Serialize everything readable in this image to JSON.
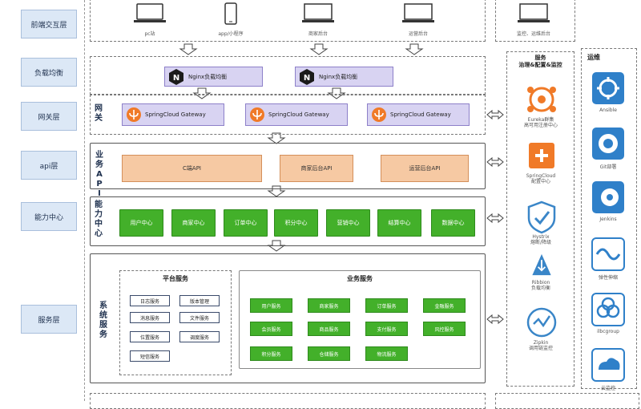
{
  "layers": [
    "前端交互层",
    "负载均衡",
    "网关层",
    "api层",
    "能力中心",
    "服务层"
  ],
  "devices": [
    "pc站",
    "app/小程序",
    "商家后台",
    "运营后台",
    "监控、运维后台"
  ],
  "nginx": [
    "Nginx负载均衡",
    "Nginx负载均衡"
  ],
  "gateway": {
    "label": "网关",
    "items": [
      "SpringCloud Gateway",
      "SpringCloud Gateway",
      "SpringCloud Gateway"
    ]
  },
  "api": {
    "label": "业务API",
    "items": [
      "C端API",
      "商家后台API",
      "运营后台API"
    ]
  },
  "capability": {
    "label": "能力中心",
    "items": [
      "用户中心",
      "商家中心",
      "订单中心",
      "积分中心",
      "营销中心",
      "结算中心",
      "数据中心"
    ]
  },
  "services": {
    "label": "系统服务",
    "platform": {
      "title": "平台服务",
      "items": [
        "日志服务",
        "版本管理",
        "消息服务",
        "文件服务",
        "位置服务",
        "调度服务",
        "短信服务"
      ]
    },
    "business": {
      "title": "业务服务",
      "items": [
        "用户服务",
        "商家服务",
        "订单服务",
        "金融服务",
        "会员服务",
        "商品服务",
        "支付服务",
        "风控服务",
        "积分服务",
        "仓储服务",
        "物流服务"
      ]
    }
  },
  "governance": {
    "title": "服务\n治理&配置&监控",
    "items": [
      "Eureka群集\n高可用注册中心",
      "SpringCloud\n配置中心",
      "Hystrix\n熔断/降级",
      "Ribbion\n负载均衡",
      "Zipkin\n调用链监控"
    ]
  },
  "ops": {
    "title": "运维",
    "items": [
      "Ansible",
      "Git部署",
      "Jenkins",
      "弹性伸缩",
      "ilbcgroup",
      "云监控"
    ]
  },
  "colors": {
    "layer": "#dce8f6",
    "api": "#f6c9a3",
    "capability": "#43b02a",
    "nginx": "#d8d3f2"
  }
}
